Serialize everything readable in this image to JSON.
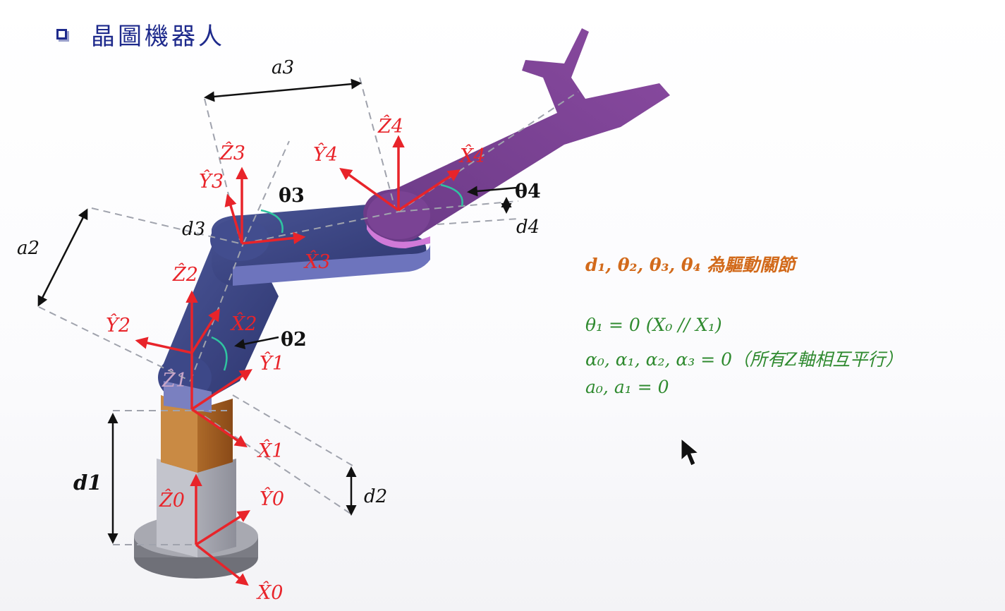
{
  "title": "晶圖機器人",
  "labels": {
    "a3": "a3",
    "a2": "a2",
    "d3": "d3",
    "d4": "d4",
    "d1": "d1",
    "d2": "d2",
    "theta2": "θ2",
    "theta3": "θ3",
    "theta4": "θ4",
    "Z0": "Ẑ0",
    "Y0": "Ŷ0",
    "X0": "X̂0",
    "Z1": "Ẑ1",
    "Y1": "Ŷ1",
    "X1": "X̂1",
    "Z2": "Ẑ2",
    "Y2": "Ŷ2",
    "X2": "X̂2",
    "Z3": "Ẑ3",
    "Y3": "Ŷ3",
    "X3": "X̂3",
    "Z4": "Ẑ4",
    "Y4": "Ŷ4",
    "X4": "X̂4"
  },
  "notes": {
    "drive_joints": "d₁, θ₂, θ₃, θ₄ 為驅動關節",
    "theta1": "θ₁ = 0 (X₀ // X₁)",
    "alphas": "α₀, α₁, α₂, α₃ = 0（所有Z軸相互平行）",
    "a0a1": "a₀, a₁ = 0"
  },
  "colors": {
    "axis": "#e8242a",
    "title": "#1e2a8c",
    "orange_text": "#d26a1b",
    "green_text": "#2f8a2f",
    "link_blue": "#3c4a8e",
    "link_purple": "#7c3f8e",
    "base_orange": "#b5651d",
    "base_gray": "#9c9ca6"
  }
}
